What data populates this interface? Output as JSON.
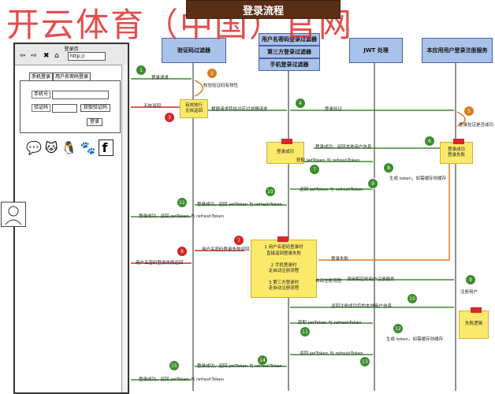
{
  "watermark": "开云体育（中国）官网",
  "title": "登录流程",
  "lanes": {
    "validate_filter": "验证码过滤器",
    "login_filters": [
      "用户名密码登录过滤器",
      "第三方登录过滤器",
      "手机登录过滤器"
    ],
    "jwt": "JWT 处理",
    "register_service": "本应用用户登录注册服务"
  },
  "browser": {
    "title": "登录页",
    "address": "http://",
    "tab_active": "手机登录",
    "tab_other": "用户名密码登录",
    "phone_label": "手机号",
    "code_label": "验证码",
    "get_code_btn": "获取验证码",
    "login_btn": "登录",
    "socials": [
      "💬",
      "🐱",
      "🐧",
      "🐾",
      "f"
    ]
  },
  "steps": [
    {
      "n": "1",
      "color": "g",
      "text": "登录请求"
    },
    {
      "n": "2",
      "color": "o",
      "text": "校验验证码有效性"
    },
    {
      "n": "3",
      "color": "r",
      "text": "无效返回"
    },
    {
      "n": "4",
      "color": "g",
      "text": "根据请求转给对应过滤器请求"
    },
    {
      "n": "5",
      "color": "o",
      "text": "登录验证"
    },
    {
      "n": "6",
      "color": "g",
      "text": "登录成功，返回本地用户信息"
    },
    {
      "n": "7",
      "color": "g",
      "text": "获取 jwtToken 与 refreshToken"
    },
    {
      "n": "8",
      "color": "g",
      "text": "生成 token，如需缓存则缓存"
    },
    {
      "n": "9",
      "color": "g",
      "text": ""
    },
    {
      "n": "10",
      "color": "g",
      "text": "返回 jwtToken 与 refreshToken"
    },
    {
      "n": "11",
      "color": "g",
      "text": "登录成功，返回 jwtToken 与 refreshToken"
    },
    {
      "n": "12",
      "color": "g",
      "text": "登录成功，返回 jwtToken 与 refreshToken"
    }
  ],
  "notes": {
    "validate": "有效放行\n无效返回",
    "login_success": "登录成功",
    "service_result": "登录成功\n登录失败",
    "auto_register": "1 用户名密码登录时\n直接返回登录失败\n\n2 手机登录时\n走自动注册流程\n\n3 第三方登录时\n走自动注册流程",
    "auto_flow": "自动注册流程",
    "fail_logic": "失败逻辑"
  },
  "labels": {
    "verify_success": "登录验证是否成功",
    "fail_msg": "用户名密码登录失败返回",
    "fail_msg2": "用户名密码登录失败返回",
    "login_fail": "登录失败",
    "call_register": "调用相应的用户注册服务",
    "register_user": "注册用户",
    "return_after_register": "返回注册成功后的本地用户信息",
    "get_token2": "获取 jwtToken 与 refreshToken",
    "gen_token2": "生成 token，如需缓存则缓存",
    "return_token2": "返回 jwtToken 与 refreshToken",
    "success_token2": "登录成功，返回 jwtToken 与 refreshToken",
    "success_token3": "登录成功，返回 jwtToken 与 refreshToken"
  }
}
